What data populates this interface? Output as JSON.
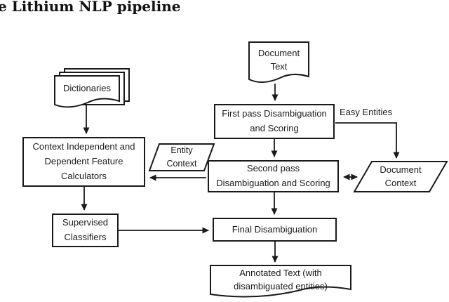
{
  "figure": {
    "title": "e Lithium NLP pipeline",
    "type": "flowchart"
  },
  "colors": {
    "stroke": "#1a1a1a",
    "background": "#ffffff"
  },
  "nodes": {
    "dictionaries": "Dictionaries",
    "document_text": "Document\nText",
    "first_pass": "First pass Disambiguation\nand Scoring",
    "context_calculators": "Context Independent and\nDependent Feature\nCalculators",
    "entity_context": "Entity\nContext",
    "second_pass": "Second pass\nDisambiguation and Scoring",
    "document_context": "Document\nContext",
    "supervised_classifiers": "Supervised\nClassifiers",
    "final_disambiguation": "Final Disambiguation",
    "annotated_text": "Annotated Text (with\ndisambiguated entities)"
  },
  "edge_labels": {
    "easy_entities": "Easy Entities"
  },
  "edges": [
    {
      "from": "Dictionaries",
      "to": "Context Independent and Dependent Feature Calculators"
    },
    {
      "from": "Document Text",
      "to": "First pass Disambiguation and Scoring"
    },
    {
      "from": "First pass Disambiguation and Scoring",
      "to": "Second pass Disambiguation and Scoring"
    },
    {
      "from": "First pass Disambiguation and Scoring",
      "to": "Document Context",
      "label": "Easy Entities"
    },
    {
      "from": "Second pass Disambiguation and Scoring",
      "to": "Document Context",
      "bidirectional": true
    },
    {
      "from": "Second pass Disambiguation and Scoring",
      "to": "Context Independent and Dependent Feature Calculators"
    },
    {
      "from": "Context Independent and Dependent Feature Calculators",
      "to": "Supervised Classifiers"
    },
    {
      "from": "Supervised Classifiers",
      "to": "Final Disambiguation"
    },
    {
      "from": "Second pass Disambiguation and Scoring",
      "to": "Final Disambiguation"
    },
    {
      "from": "Final Disambiguation",
      "to": "Annotated Text (with disambiguated entities)"
    }
  ]
}
